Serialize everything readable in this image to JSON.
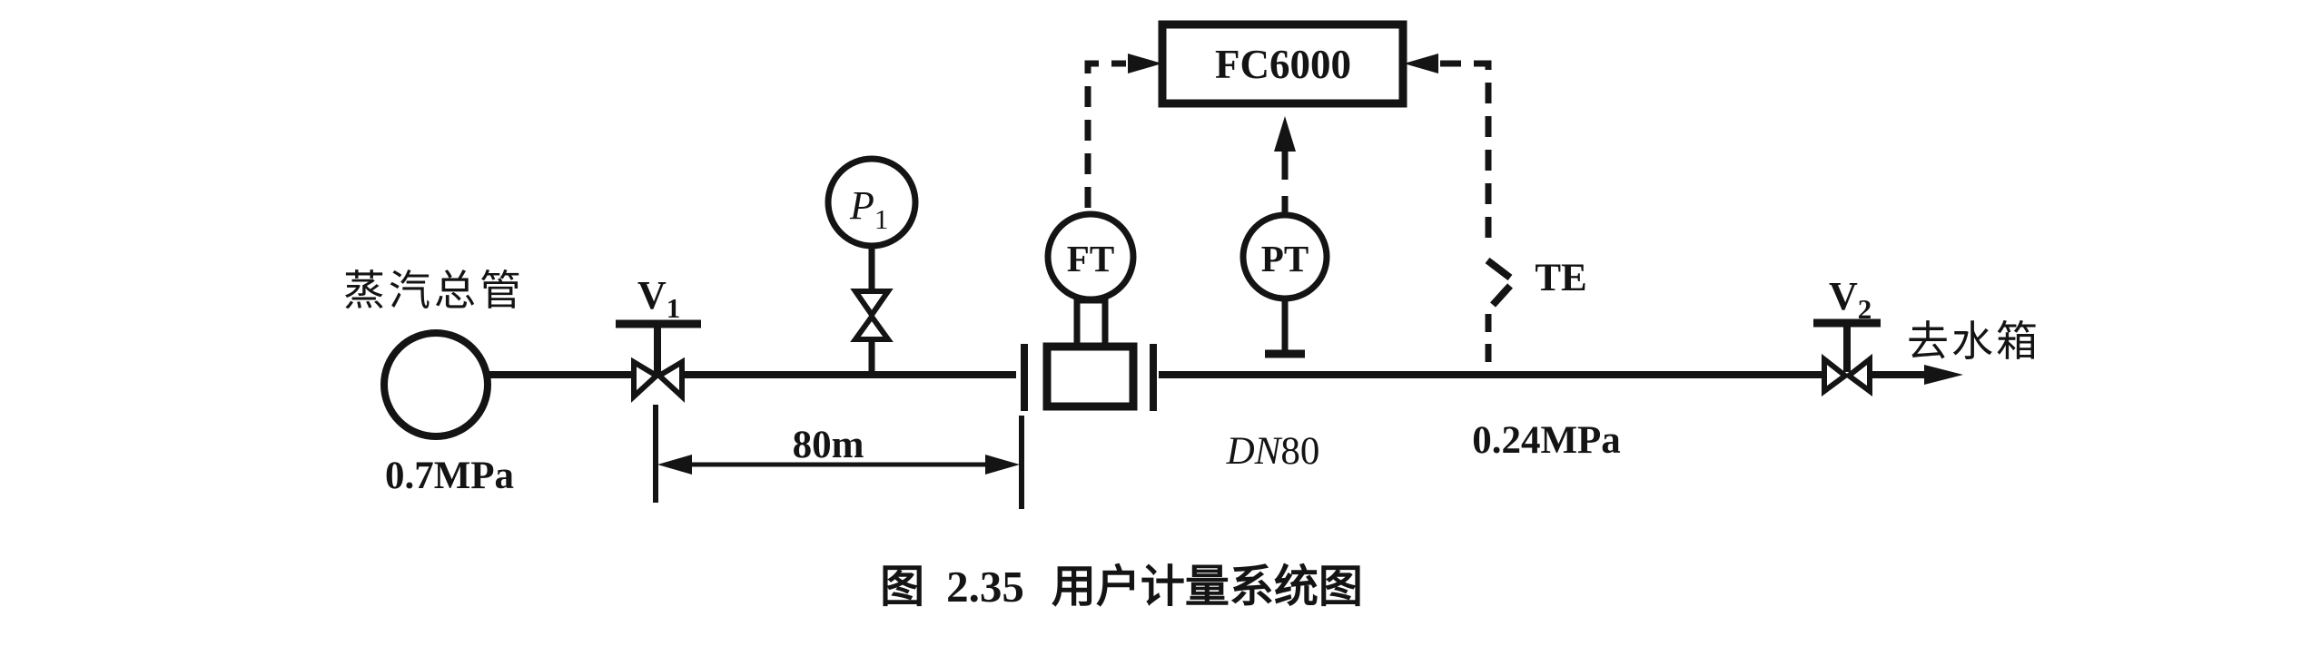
{
  "figure": {
    "caption_fig": "图",
    "caption_number": "2.35",
    "caption_title": "用户计量系统图"
  },
  "labels": {
    "steam_main": "蒸汽总管",
    "inlet_pressure": "0.7MPa",
    "valve1": {
      "base": "V",
      "sub": "1"
    },
    "gauge_p1": {
      "base": "P",
      "sub": "1"
    },
    "pipe_distance": "80m",
    "flow_transmitter": "FT",
    "pressure_transmitter": "PT",
    "temperature_element": "TE",
    "flow_computer": "FC6000",
    "pipe_spec": {
      "prefix": "DN",
      "size": "80"
    },
    "outlet_pressure": "0.24MPa",
    "valve2": {
      "base": "V",
      "sub": "2"
    },
    "to_water_tank": "去水箱"
  },
  "colors": {
    "ink": "#141414",
    "background": "#ffffff"
  }
}
